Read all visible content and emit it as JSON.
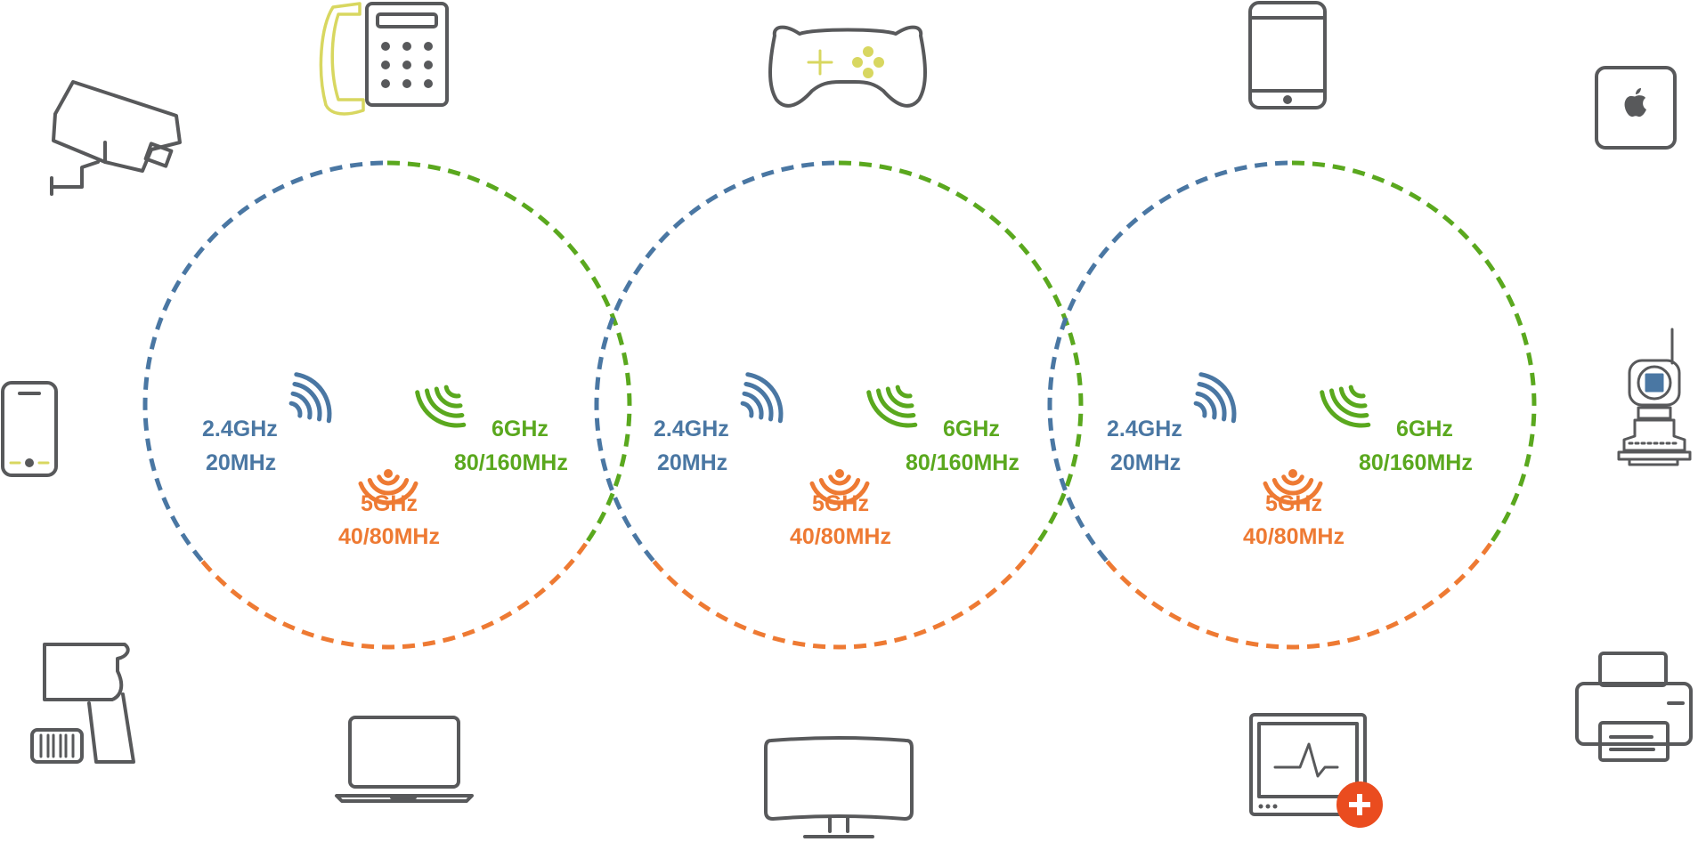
{
  "colors": {
    "band_24": "#4a77a3",
    "band_5": "#ee7a33",
    "band_6": "#5aa81e",
    "icon_gray": "#58595b",
    "icon_accent": "#d8d760",
    "medical_badge": "#ea4c1f"
  },
  "access_points": [
    {
      "band_24": {
        "freq": "2.4GHz",
        "width": "20MHz"
      },
      "band_5": {
        "freq": "5GHz",
        "width": "40/80MHz"
      },
      "band_6": {
        "freq": "6GHz",
        "width": "80/160MHz"
      }
    },
    {
      "band_24": {
        "freq": "2.4GHz",
        "width": "20MHz"
      },
      "band_5": {
        "freq": "5GHz",
        "width": "40/80MHz"
      },
      "band_6": {
        "freq": "6GHz",
        "width": "80/160MHz"
      }
    },
    {
      "band_24": {
        "freq": "2.4GHz",
        "width": "20MHz"
      },
      "band_5": {
        "freq": "5GHz",
        "width": "40/80MHz"
      },
      "band_6": {
        "freq": "6GHz",
        "width": "80/160MHz"
      }
    }
  ],
  "devices": [
    "security-camera-icon",
    "desk-phone-icon",
    "game-controller-icon",
    "tablet-icon",
    "mac-mini-icon",
    "smartphone-icon",
    "industrial-sensor-icon",
    "barcode-scanner-icon",
    "laptop-icon",
    "television-icon",
    "medical-monitor-icon",
    "printer-icon"
  ]
}
